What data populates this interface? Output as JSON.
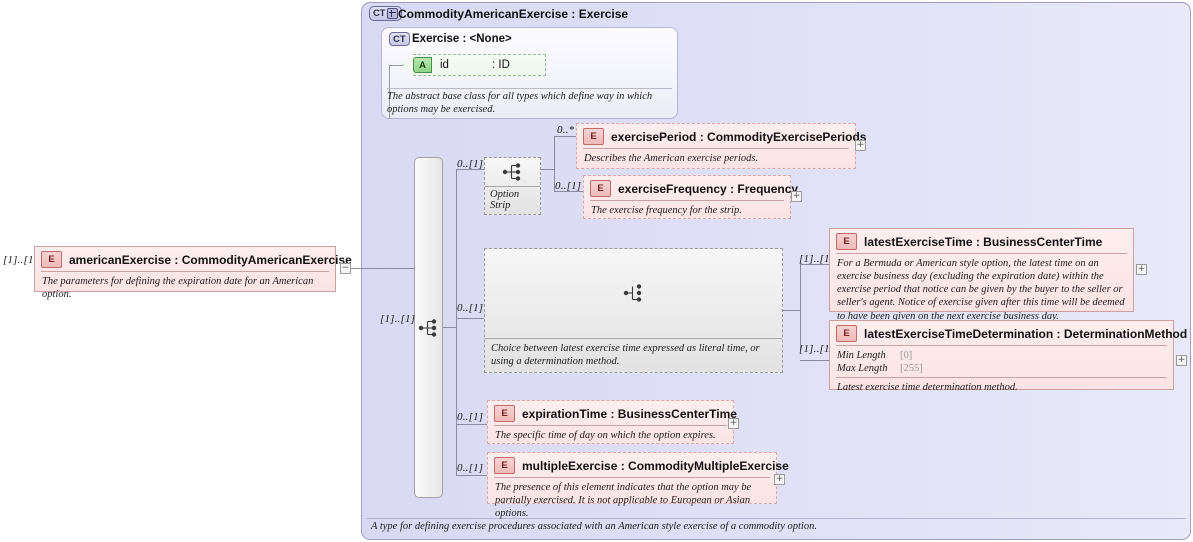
{
  "diagram": {
    "root_element": {
      "badge": "E",
      "title": "americanExercise : CommodityAmericanExercise",
      "doc": "The parameters for defining the expiration date for an American option.",
      "cardinality": "[1]..[1]",
      "toggle": "−"
    },
    "complex_type": {
      "badge_text": "CT",
      "badge_icon": "plus-box",
      "title": "CommodityAmericanExercise : Exercise",
      "caption": "A type for defining exercise procedures associated with an American style exercise of a commodity option."
    },
    "base_type": {
      "badge": "CT",
      "title": "Exercise : <None>",
      "doc": "The abstract base class for all types which define way in which options may be exercised.",
      "attribute": {
        "badge": "A",
        "name": "id",
        "type": ": ID"
      }
    },
    "main_sequence": {
      "icon": "sequence-icon",
      "cardinality": "[1]..[1]"
    },
    "option_strip": {
      "icon": "sequence-icon",
      "label": "Option Strip",
      "cardinality": "0..[1]"
    },
    "choice_group": {
      "icon": "choice-icon",
      "doc": "Choice between latest exercise time expressed as literal time, or using a determination method.",
      "cardinality": "0..[1]"
    },
    "elements": [
      {
        "key": "exercisePeriod",
        "badge": "E",
        "title": "exercisePeriod : CommodityExercisePeriods",
        "doc": "Describes the American exercise periods.",
        "cardinality": "0..*",
        "toggle": "+"
      },
      {
        "key": "exerciseFrequency",
        "badge": "E",
        "title": "exerciseFrequency : Frequency",
        "doc": "The exercise frequency for the strip.",
        "cardinality": "0..[1]",
        "toggle": "+"
      },
      {
        "key": "latestExerciseTime",
        "badge": "E",
        "title": "latestExerciseTime : BusinessCenterTime",
        "doc": "For a Bermuda or American style option, the latest time on an exercise business day (excluding the expiration date) within the exercise period that notice can be given by the buyer to the seller or seller's agent. Notice of exercise given after this time will be deemed to have been given on the next exercise business day.",
        "cardinality": "[1]..[1]",
        "toggle": "+"
      },
      {
        "key": "latestExerciseTimeDetermination",
        "badge": "E",
        "title": "latestExerciseTimeDetermination : DeterminationMethod",
        "doc": "Latest exercise time determination method.",
        "cardinality": "[1]..[1]",
        "toggle": "+",
        "facets": [
          {
            "name": "Min Length",
            "value": "[0]"
          },
          {
            "name": "Max Length",
            "value": "[255]"
          }
        ]
      },
      {
        "key": "expirationTime",
        "badge": "E",
        "title": "expirationTime : BusinessCenterTime",
        "doc": "The specific time of day on which the option expires.",
        "cardinality": "0..[1]",
        "toggle": "+"
      },
      {
        "key": "multipleExercise",
        "badge": "E",
        "title": "multipleExercise : CommodityMultipleExercise",
        "doc": "The presence of this element indicates that the option may be partially exercised. It is not applicable to European or Asian options.",
        "cardinality": "0..[1]",
        "toggle": "+"
      }
    ],
    "colors": {
      "element_fill": "#fbe3e3",
      "element_border": "#d9a9a9",
      "complextype_fill": "#dedef6",
      "attribute_fill": "#eef7ec",
      "compositor_fill": "#ebebeb",
      "line": "#8a8aa0"
    }
  }
}
